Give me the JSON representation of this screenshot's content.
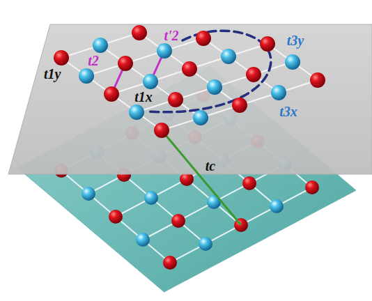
{
  "diagram": {
    "labels": [
      "t2",
      "t'2",
      "t3y",
      "t1y",
      "t1x",
      "t3x",
      "tc"
    ]
  }
}
